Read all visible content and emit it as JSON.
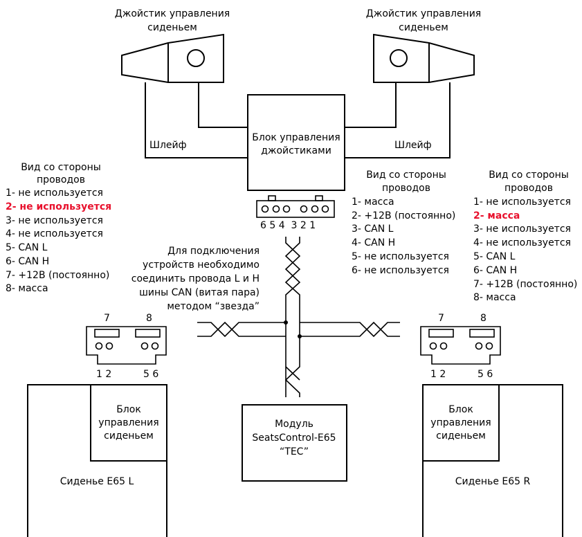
{
  "joystick_left_label": [
    "Джойстик управления",
    "сиденьем"
  ],
  "joystick_right_label": [
    "Джойстик управления",
    "сиденьем"
  ],
  "cable_left_label": "Шлейф",
  "cable_right_label": "Шлейф",
  "control_unit_label": [
    "Блок управления",
    "джойстиками"
  ],
  "connector_top_pins": "6 5 4  3 2 1",
  "left_pinout": {
    "header": [
      "Вид со стороны",
      "проводов"
    ],
    "pins": [
      {
        "text": "1- не используется",
        "highlight": false
      },
      {
        "text": "2- не используется",
        "highlight": true
      },
      {
        "text": "3- не используется",
        "highlight": false
      },
      {
        "text": "4- не используется",
        "highlight": false
      },
      {
        "text": "5- CAN L",
        "highlight": false
      },
      {
        "text": "6- CAN H",
        "highlight": false
      },
      {
        "text": "7- +12В (постоянно)",
        "highlight": false
      },
      {
        "text": "8- масса",
        "highlight": false
      }
    ]
  },
  "center_pinout": {
    "header": [
      "Вид со стороны",
      "проводов"
    ],
    "pins": [
      {
        "text": "1- масса",
        "highlight": false
      },
      {
        "text": "2- +12В (постоянно)",
        "highlight": false
      },
      {
        "text": "3- CAN L",
        "highlight": false
      },
      {
        "text": "4- CAN H",
        "highlight": false
      },
      {
        "text": "5- не используется",
        "highlight": false
      },
      {
        "text": "6- не используется",
        "highlight": false
      }
    ]
  },
  "right_pinout": {
    "header": [
      "Вид со стороны",
      "проводов"
    ],
    "pins": [
      {
        "text": "1- не используется",
        "highlight": false
      },
      {
        "text": "2- масса",
        "highlight": true
      },
      {
        "text": "3- не используется",
        "highlight": false
      },
      {
        "text": "4- не используется",
        "highlight": false
      },
      {
        "text": "5- CAN L",
        "highlight": false
      },
      {
        "text": "6- CAN H",
        "highlight": false
      },
      {
        "text": "7- +12В (постоянно)",
        "highlight": false
      },
      {
        "text": "8- масса",
        "highlight": false
      }
    ]
  },
  "connection_note": [
    "Для подключения",
    "устройств необходимо",
    "соединить провода L и H",
    "шины CAN (витая пара)",
    "методом “звезда”"
  ],
  "connector_8pin_top": [
    "7",
    "8"
  ],
  "connector_8pin_bottom_left": "1 2",
  "connector_8pin_bottom_right": "5 6",
  "seat_unit_label": [
    "Блок",
    "управления",
    "сиденьем"
  ],
  "seat_left_label": "Сиденье E65 L",
  "seat_right_label": "Сиденье E65 R",
  "module_label": [
    "Модуль",
    "SeatsControl-E65",
    "“TEC”"
  ],
  "highlight_color": "#e8112d"
}
